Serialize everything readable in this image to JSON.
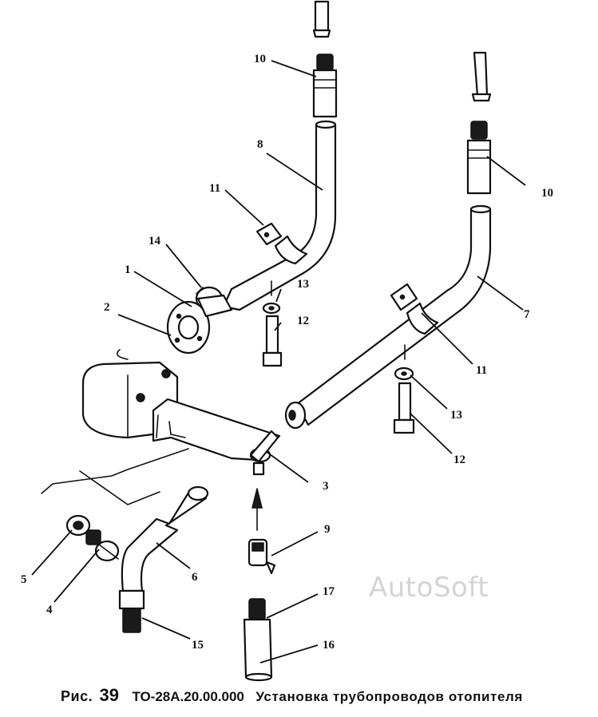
{
  "figure": {
    "prefix": "Рис.",
    "number": "39",
    "code": "ТО-28А.20.00.000",
    "title": "Установка трубопроводов отопителя"
  },
  "watermark": "AutoSoft",
  "callouts": [
    "1",
    "2",
    "3",
    "4",
    "5",
    "6",
    "7",
    "8",
    "9",
    "10",
    "10",
    "11",
    "11",
    "12",
    "12",
    "13",
    "13",
    "14",
    "15",
    "16",
    "17"
  ]
}
